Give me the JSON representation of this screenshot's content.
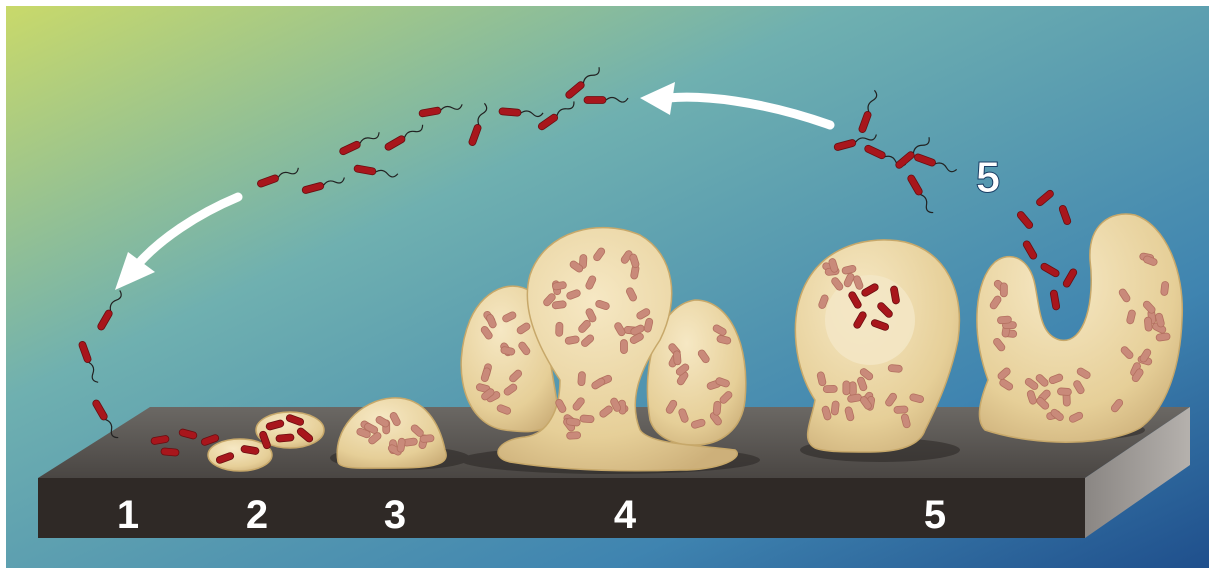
{
  "stages": [
    {
      "label": "1"
    },
    {
      "label": "2"
    },
    {
      "label": "3"
    },
    {
      "label": "4"
    },
    {
      "label": "5"
    }
  ],
  "dispersal_label": "5",
  "colors": {
    "background_top_left": "#c9d96a",
    "background_mid": "#5fa6b8",
    "background_bottom_right": "#1f4f8c",
    "slab_top": "#55524f",
    "slab_front": "#2f2926",
    "biofilm_fill": "#e6cf98",
    "biofilm_edge": "#c7a86a",
    "bacterium": "#a8161c",
    "arrow": "#ffffff"
  }
}
